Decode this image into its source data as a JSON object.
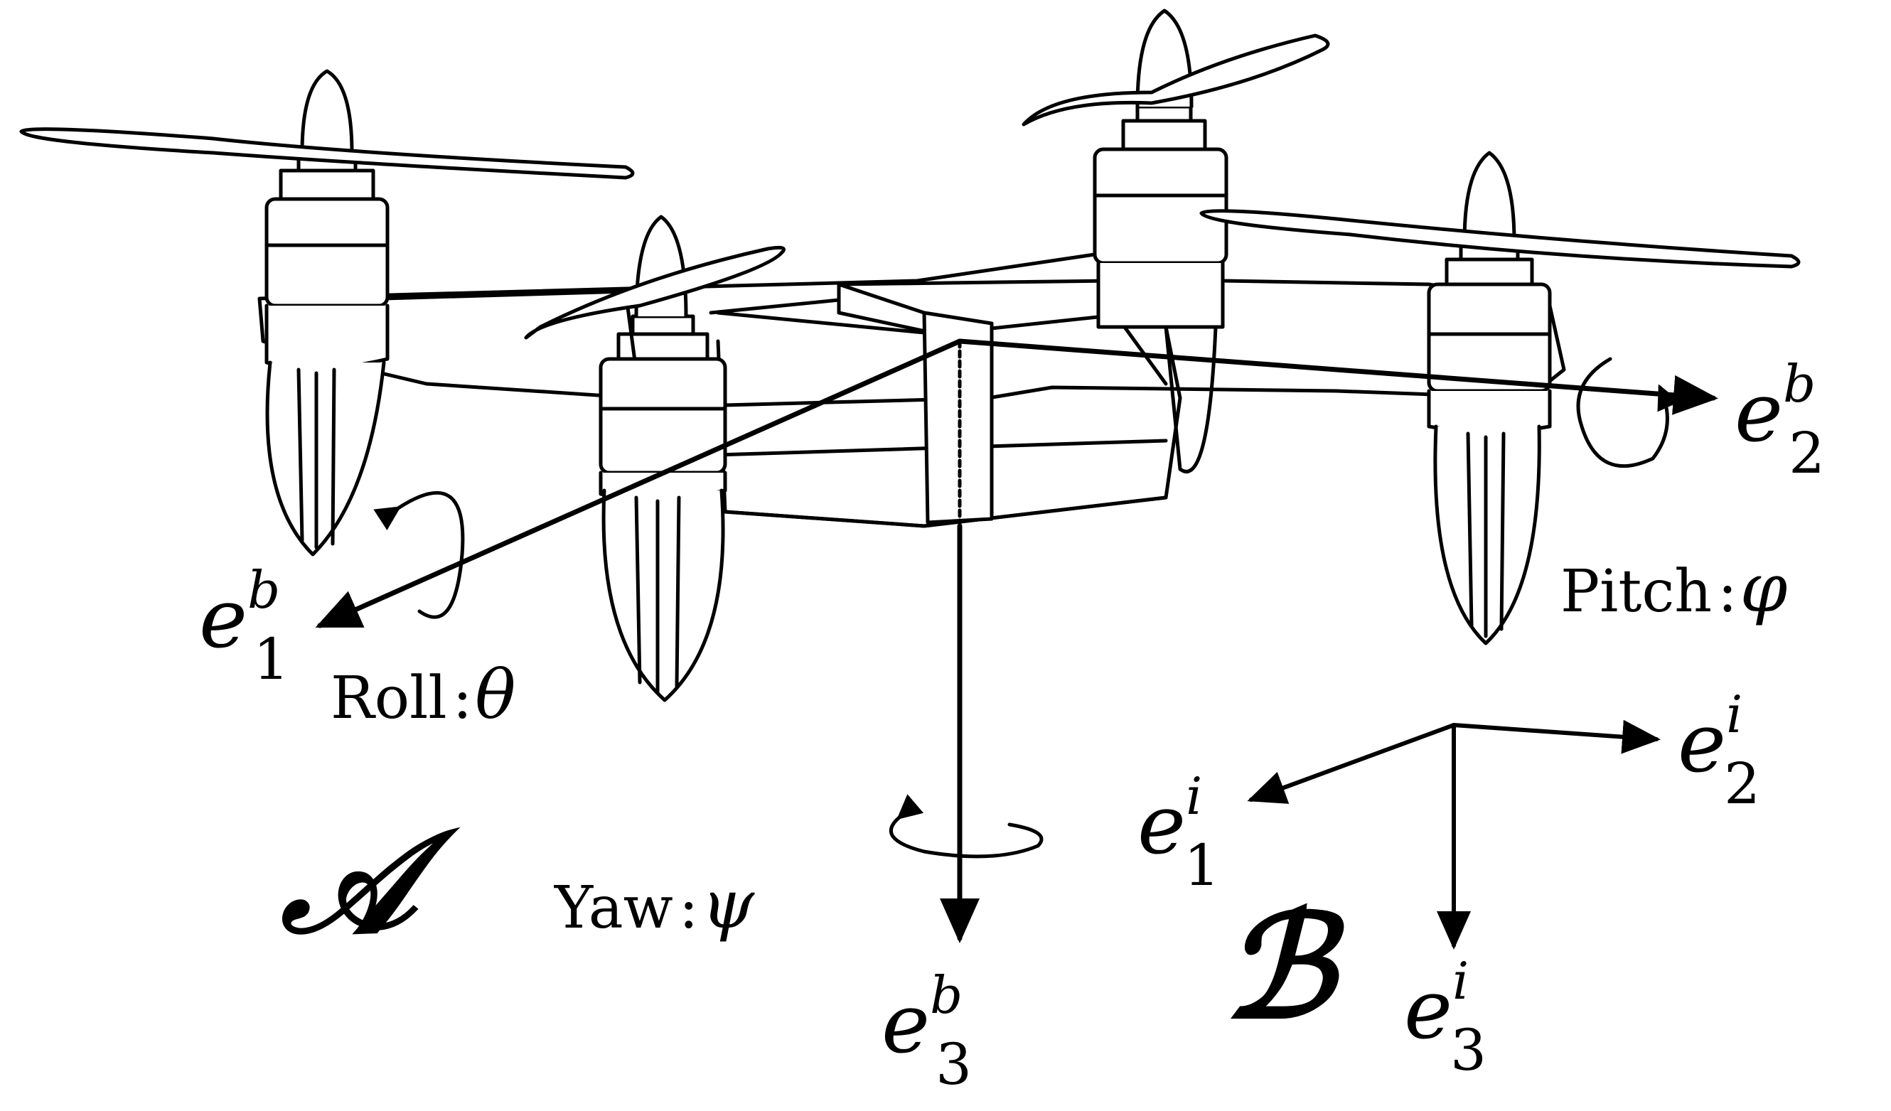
{
  "body_frame": {
    "name": "𝒜",
    "axis1": {
      "base": "e",
      "sup": "b",
      "sub": "1"
    },
    "axis2": {
      "base": "e",
      "sup": "b",
      "sub": "2"
    },
    "axis3": {
      "base": "e",
      "sup": "b",
      "sub": "3"
    }
  },
  "inertial_frame": {
    "name": "ℬ",
    "axis1": {
      "base": "e",
      "sup": "i",
      "sub": "1"
    },
    "axis2": {
      "base": "e",
      "sup": "i",
      "sub": "2"
    },
    "axis3": {
      "base": "e",
      "sup": "i",
      "sub": "3"
    }
  },
  "rotations": {
    "roll": {
      "label": "Roll",
      "symbol": "θ"
    },
    "pitch": {
      "label": "Pitch",
      "symbol": "φ"
    },
    "yaw": {
      "label": "Yaw",
      "symbol": "ψ"
    }
  },
  "separator": ":",
  "colors": {
    "ink": "#000000",
    "background": "#ffffff"
  }
}
